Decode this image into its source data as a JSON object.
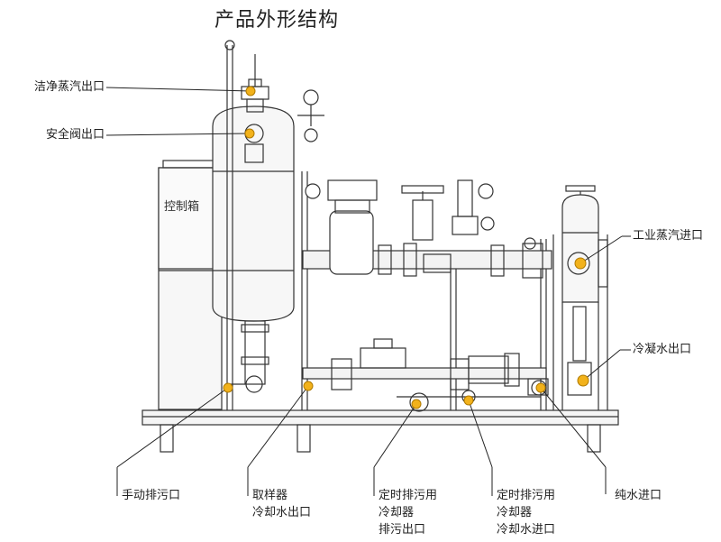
{
  "title": "产品外形结构",
  "control_box_label": "控制箱",
  "callouts": [
    {
      "id": "clean-steam-outlet",
      "text": "洁净蒸汽出口"
    },
    {
      "id": "safety-valve-outlet",
      "text": "安全阀出口"
    },
    {
      "id": "industrial-steam-inlet",
      "text": "工业蒸汽进口"
    },
    {
      "id": "condensate-outlet",
      "text": "冷凝水出口"
    },
    {
      "id": "manual-drain",
      "text": "手动排污口"
    },
    {
      "id": "sampler-cooling-outlet",
      "lines": [
        "取样器",
        "冷却水出口"
      ]
    },
    {
      "id": "timed-drain-cooler-drain",
      "lines": [
        "定时排污用",
        "冷却器",
        "排污出口"
      ]
    },
    {
      "id": "timed-drain-cooler-inlet",
      "lines": [
        "定时排污用",
        "冷却器",
        "冷却水进口"
      ]
    },
    {
      "id": "pure-water-inlet",
      "text": "纯水进口"
    }
  ],
  "colors": {
    "line": "#333333",
    "marker": "#f2b21b",
    "marker_stroke": "#b07a00",
    "equipment_fill": "#f7f7f7"
  }
}
